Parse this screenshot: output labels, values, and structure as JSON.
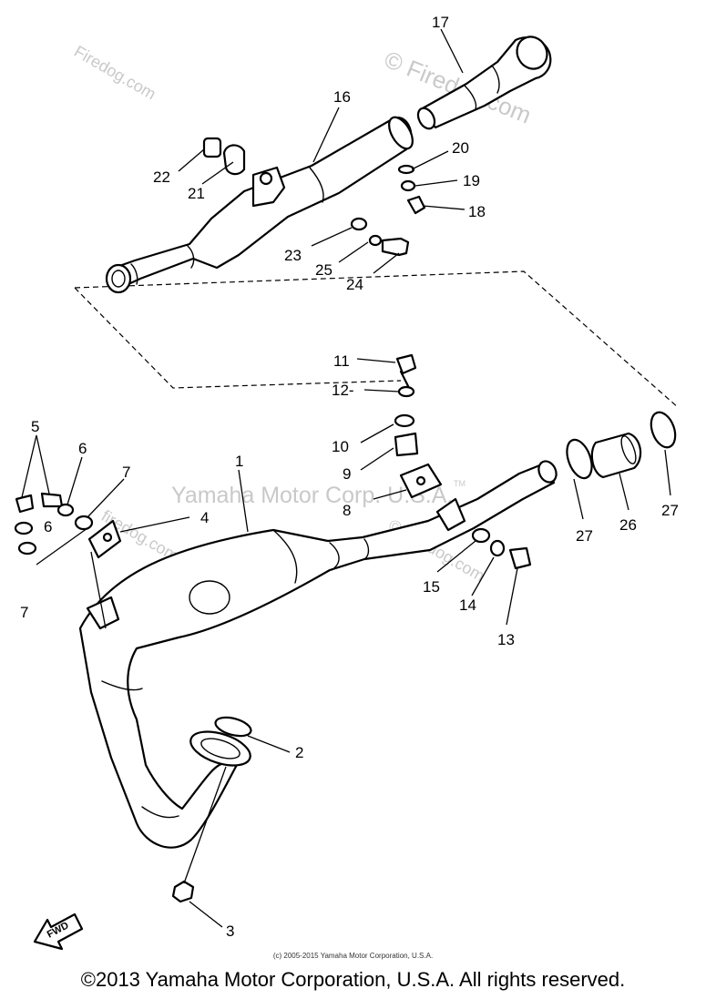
{
  "watermarks": {
    "site_a": "© Firedog.com",
    "site_b": "Firedog.com",
    "site_c": "firedog.com",
    "site_d": "© Firedog.com",
    "brand": "Yamaha Motor Corp. U.S.A.",
    "tm": "TM"
  },
  "fwd_label": "FWD",
  "callouts": {
    "c1": "1",
    "c2": "2",
    "c3": "3",
    "c4": "4",
    "c5": "5",
    "c6a": "6",
    "c6b": "6",
    "c7a": "7",
    "c7b": "7",
    "c8": "8",
    "c9": "9",
    "c10": "10",
    "c11": "11",
    "c12": "12-",
    "c13": "13",
    "c14": "14",
    "c15": "15",
    "c16": "16",
    "c17": "17",
    "c18": "18",
    "c19": "19",
    "c20": "20",
    "c21": "21",
    "c22": "22",
    "c23": "23",
    "c24": "24",
    "c25": "25",
    "c26": "26",
    "c27a": "27",
    "c27b": "27"
  },
  "footer": {
    "small": "(c) 2005-2015 Yamaha Motor Corporation, U.S.A.",
    "copyright": "©2013 Yamaha Motor Corporation, U.S.A. All rights reserved."
  }
}
